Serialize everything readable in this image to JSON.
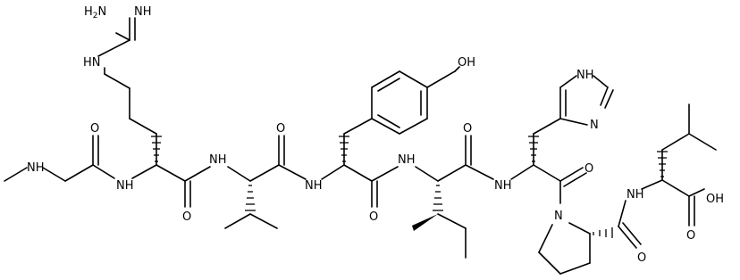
{
  "molecule": {
    "atom_labels": {
      "nh_me": "NH",
      "o_gly": "O",
      "nh_arg": "NH",
      "nh_gua": "HN",
      "nh2_gua": "H2N",
      "o_arg": "O",
      "nh_val": "NH",
      "o_val": "O",
      "nh_tyr": "NH",
      "oh_tyr": "OH",
      "o_tyr": "O",
      "nh_ile": "NH",
      "o_ile": "O",
      "nh_his": "NH",
      "nh_imid": "NH",
      "n_imid": "N",
      "o_his": "O",
      "n_pro": "N",
      "o_pro": "O",
      "nh_leu": "NH",
      "oh_leu": "OH",
      "o_leu": "O"
    },
    "colors": {
      "bond": "#000000",
      "text": "#000000",
      "background": "#ffffff"
    }
  }
}
